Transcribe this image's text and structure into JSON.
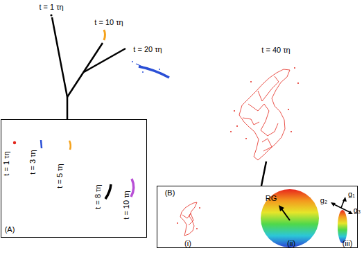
{
  "diagram": {
    "nodes": [
      {
        "text": [
          "t = 1 τη",
          "t = 3 τη",
          "t = 5 τη",
          "t = 8 τη",
          "t = 10 τη",
          "(A)"
        ]
      },
      {
        "text": [
          "(B)",
          "(i)",
          "(ii)",
          "(iii)",
          "RG",
          "g₂",
          "g₁",
          "g₃"
        ]
      }
    ],
    "labels": [
      "t = 1 τη",
      "t = 10 τη",
      "t = 20 τη",
      "t = 40 τη"
    ]
  }
}
